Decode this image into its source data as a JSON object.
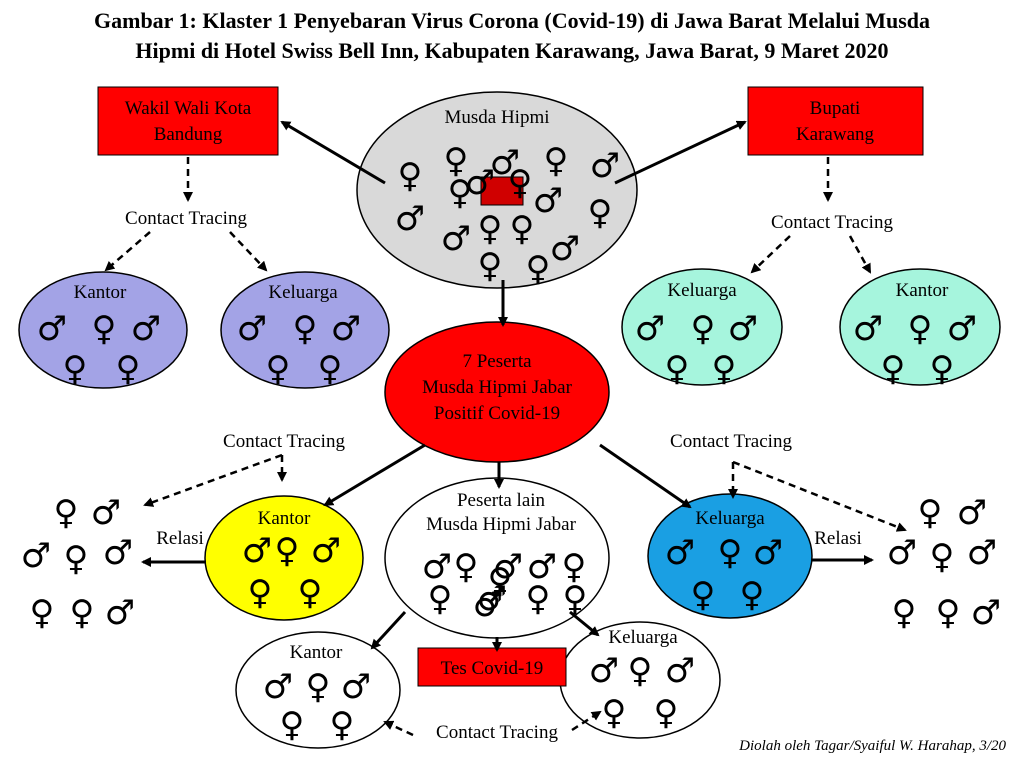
{
  "title": {
    "line1": "Gambar 1: Klaster 1 Penyebaran Virus Corona (Covid-19) di Jawa Barat Melalui Musda",
    "line2": "Hipmi di Hotel Swiss Bell Inn, Kabupaten Karawang, Jawa Barat, 9 Maret 2020"
  },
  "credit": "Diolah oleh Tagar/Syaiful W. Harahap, 3/20",
  "symbols": {
    "male": "♂",
    "female": "♀"
  },
  "colors": {
    "red": "#ff0000",
    "grey": "#d9d9d9",
    "lavender": "#a3a3e6",
    "mint": "#a6f5dd",
    "yellow": "#ffff00",
    "blue": "#1a9fe3",
    "white": "#ffffff"
  },
  "nodes": {
    "musda": {
      "label": "Musda Hipmi",
      "symbols": [
        "female",
        "female",
        "male",
        "female",
        "male",
        "female",
        "male",
        "male",
        "female",
        "male",
        "female",
        "female",
        "male",
        "female",
        "female",
        "male",
        "female"
      ]
    },
    "wakil": {
      "line1": "Wakil Wali Kota",
      "line2": "Bandung"
    },
    "bupati": {
      "line1": "Bupati",
      "line2": "Karawang"
    },
    "kantor_bdg": {
      "label": "Kantor",
      "symbols": [
        "male",
        "female",
        "male",
        "female",
        "female"
      ]
    },
    "keluarga_bdg": {
      "label": "Keluarga",
      "symbols": [
        "male",
        "female",
        "male",
        "female",
        "female"
      ]
    },
    "keluarga_krw": {
      "label": "Keluarga",
      "symbols": [
        "male",
        "female",
        "male",
        "female",
        "female"
      ]
    },
    "kantor_krw": {
      "label": "Kantor",
      "symbols": [
        "male",
        "female",
        "male",
        "female",
        "female"
      ]
    },
    "positif": {
      "line1": "7 Peserta",
      "line2": "Musda Hipmi Jabar",
      "line3": "Positif Covid-19"
    },
    "kantor_pos": {
      "label": "Kantor",
      "symbols": [
        "male",
        "female",
        "male",
        "female",
        "female"
      ]
    },
    "peserta_lain": {
      "line1": "Peserta lain",
      "line2": "Musda Hipmi Jabar",
      "symbols": [
        "male",
        "female",
        "male",
        "male",
        "female",
        "female",
        "male",
        "female",
        "female",
        "male",
        "female"
      ]
    },
    "keluarga_pos": {
      "label": "Keluarga",
      "symbols": [
        "male",
        "female",
        "male",
        "female",
        "female"
      ]
    },
    "kantor_low": {
      "label": "Kantor",
      "symbols": [
        "male",
        "female",
        "male",
        "female",
        "female"
      ]
    },
    "keluarga_low": {
      "label": "Keluarga",
      "symbols": [
        "male",
        "female",
        "male",
        "female",
        "female"
      ]
    },
    "tes": {
      "label": "Tes Covid-19"
    },
    "cluster_left": {
      "symbols": [
        "female",
        "male",
        "male",
        "female",
        "male",
        "female",
        "female",
        "male"
      ]
    },
    "cluster_right": {
      "symbols": [
        "female",
        "male",
        "male",
        "female",
        "male",
        "female",
        "female",
        "male"
      ]
    }
  },
  "labels": {
    "ct1": "Contact Tracing",
    "ct2": "Contact Tracing",
    "ct3": "Contact Tracing",
    "ct4": "Contact Tracing",
    "ct5": "Contact Tracing",
    "relasi_left": "Relasi",
    "relasi_right": "Relasi"
  }
}
